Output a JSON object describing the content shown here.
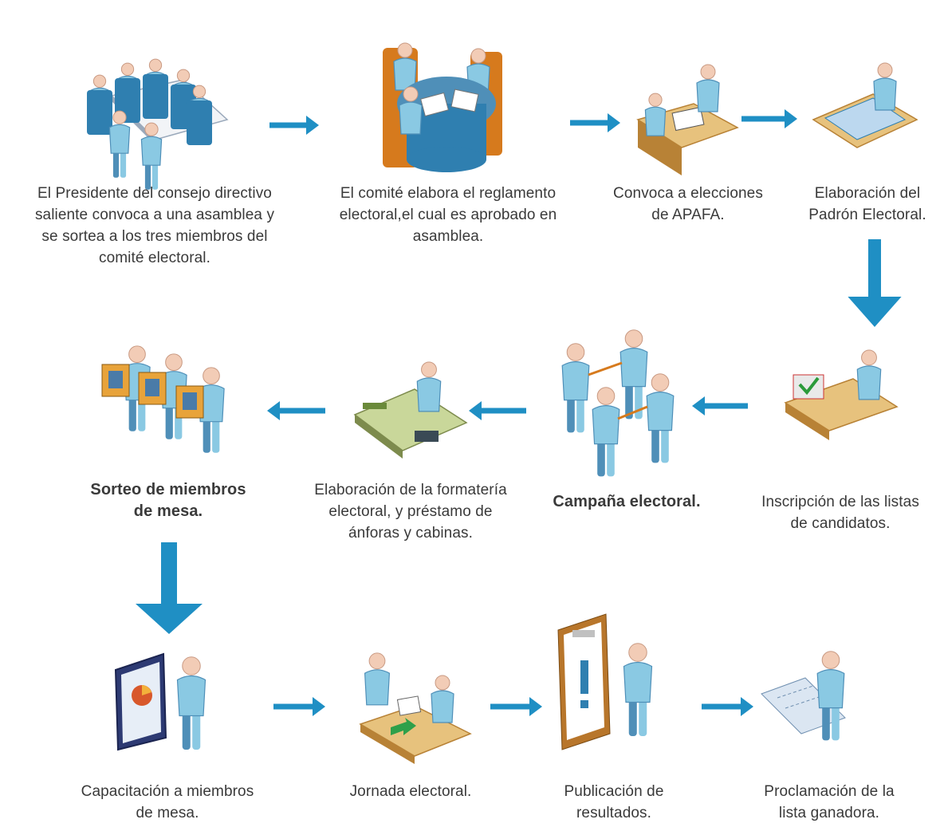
{
  "steps": [
    {
      "id": "asamblea",
      "icon": "meeting-table-icon",
      "label": "El Presidente del  consejo  directivo\nsaliente convoca a una asamblea y\nse sortea a los tres miembros del\ncomité  electoral."
    },
    {
      "id": "reglamento",
      "icon": "round-table-meeting-icon",
      "label": "El  comité elabora el reglamento\nelectoral,el cual es aprobado en\nasamblea."
    },
    {
      "id": "convoca",
      "icon": "desk-writing-icon",
      "label": "Convoca a elecciones\nde APAFA."
    },
    {
      "id": "padron",
      "icon": "blueprint-desk-icon",
      "label": "Elaboración del\nPadrón Electoral."
    },
    {
      "id": "inscripcion",
      "icon": "registration-desk-icon",
      "label": "Inscripción de las listas\nde candidatos."
    },
    {
      "id": "campana",
      "icon": "people-connected-icon",
      "label": "Campaña electoral."
    },
    {
      "id": "formateria",
      "icon": "office-desk-icon",
      "label": "Elaboración de la formatería\nelectoral, y préstamo de\nánforas y cabinas."
    },
    {
      "id": "sorteo",
      "icon": "people-with-boxes-icon",
      "label": "Sorteo de miembros\nde mesa."
    },
    {
      "id": "capacitacion",
      "icon": "presentation-board-icon",
      "label": "Capacitación a miembros\nde mesa."
    },
    {
      "id": "jornada",
      "icon": "voting-table-icon",
      "label": "Jornada electoral."
    },
    {
      "id": "publicacion",
      "icon": "clipboard-notice-icon",
      "label": "Publicación de\nresultados."
    },
    {
      "id": "proclamacion",
      "icon": "scroll-reading-icon",
      "label": "Proclamación de la\nlista ganadora."
    }
  ],
  "colors": {
    "arrow": "#1f8fc4",
    "person_body": "#8ac9e3",
    "person_shade": "#4f8fb8",
    "skin": "#f2ccb6",
    "table": "#e7c27d",
    "table_edge": "#b88236",
    "chair": "#d67a1d",
    "blue_dark": "#2f7fb0",
    "text": "#3a3a3a"
  }
}
